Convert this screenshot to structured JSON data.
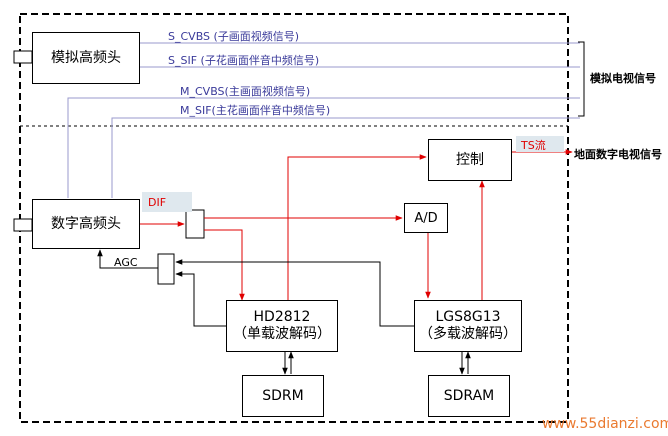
{
  "blocks": {
    "analog_tuner": "模拟高频头",
    "digital_tuner": "数字高频头",
    "control": "控制",
    "ad": "A/D",
    "hd2812_name": "HD2812",
    "hd2812_desc": "（单载波解码）",
    "lgs_name": "LGS8G13",
    "lgs_desc": "（多载波解码）",
    "sdrm": "SDRM",
    "sdram": "SDRAM"
  },
  "signals": {
    "s_cvbs": "S_CVBS (子画面视频信号)",
    "s_sif": "S_SIF (子花画面伴音中频信号)",
    "m_cvbs": "M_CVBS(主画面视频信号)",
    "m_sif": "M_SIF(主花画面伴音中频信号)",
    "dif": "DIF",
    "ts": "TS流",
    "agc": "AGC"
  },
  "outputs": {
    "analog_tv": "模拟电视信号",
    "digital_tv": "地面数字电视信号"
  },
  "watermark": "www.55dianzi.com",
  "colors": {
    "red_signal": "#e00000",
    "blue_signal": "#9a9acc",
    "tag_bg": "#dfe8ee"
  }
}
